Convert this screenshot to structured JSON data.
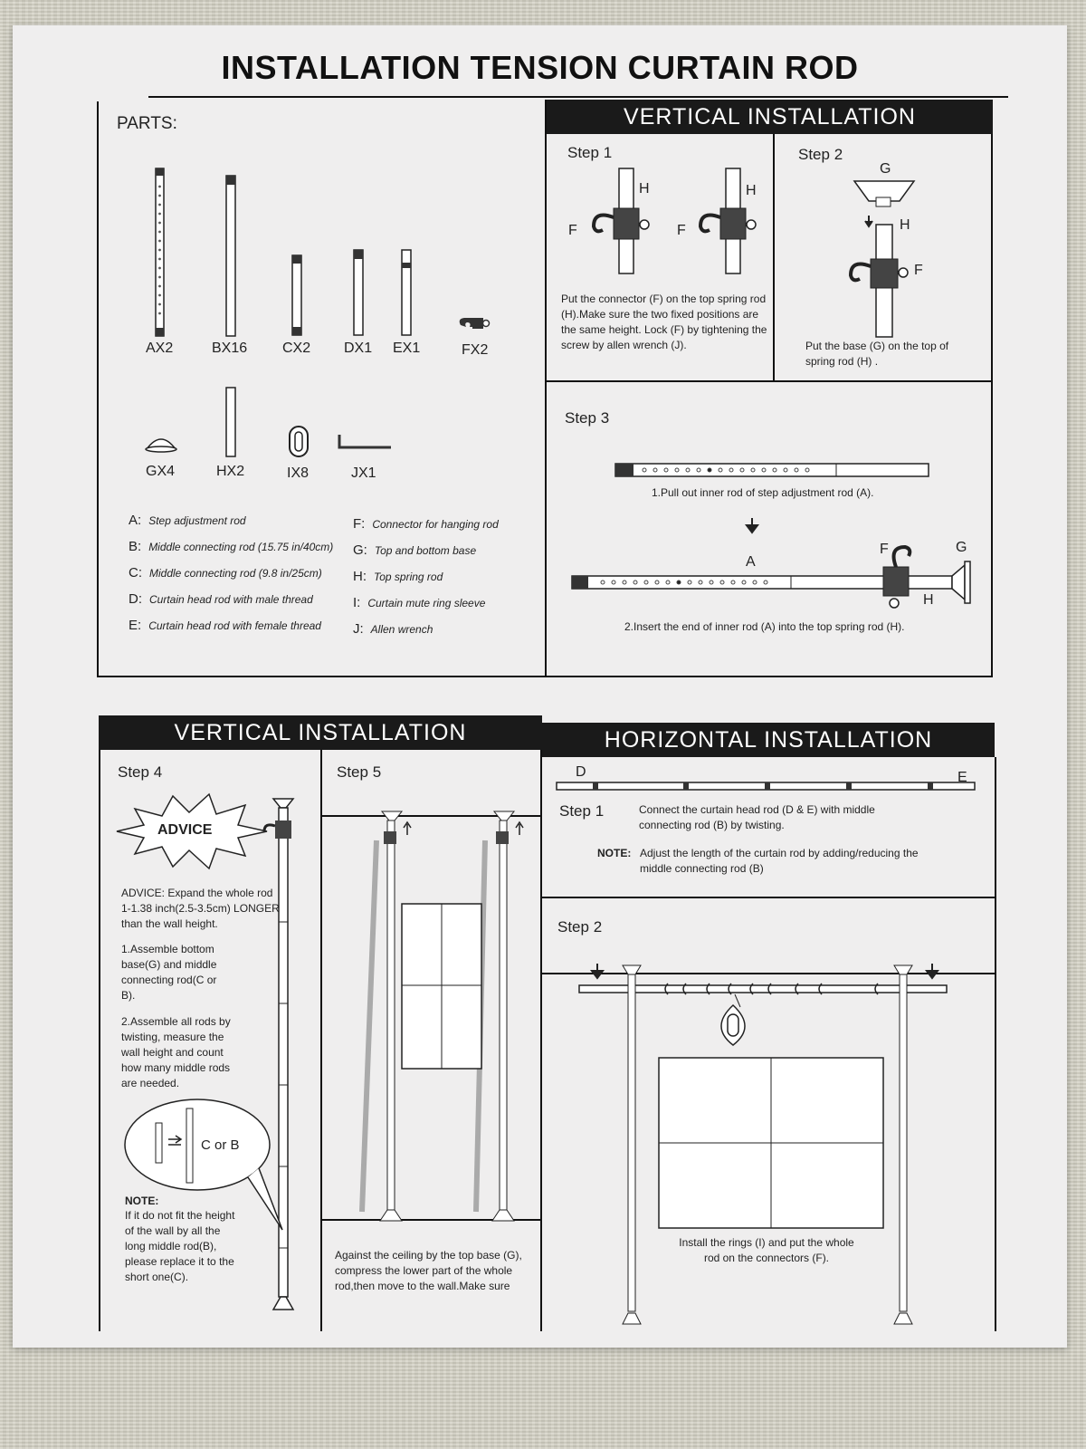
{
  "title": "INSTALLATION TENSION CURTAIN ROD",
  "parts": {
    "heading": "PARTS:",
    "row1": [
      "AX2",
      "BX16",
      "CX2",
      "DX1",
      "EX1",
      "FX2"
    ],
    "row2": [
      "GX4",
      "HX2",
      "IX8",
      "JX1"
    ],
    "legend_left": [
      {
        "key": "A:",
        "text": "Step adjustment rod"
      },
      {
        "key": "B:",
        "text": "Middle connecting rod (15.75 in/40cm)"
      },
      {
        "key": "C:",
        "text": "Middle connecting rod (9.8 in/25cm)"
      },
      {
        "key": "D:",
        "text": "Curtain head rod with male thread"
      },
      {
        "key": "E:",
        "text": "Curtain head rod with female thread"
      }
    ],
    "legend_right": [
      {
        "key": "F:",
        "text": "Connector for hanging rod"
      },
      {
        "key": "G:",
        "text": "Top and bottom base"
      },
      {
        "key": "H:",
        "text": "Top spring rod"
      },
      {
        "key": "I:",
        "text": "Curtain mute ring sleeve"
      },
      {
        "key": "J:",
        "text": "Allen wrench"
      }
    ]
  },
  "vertical_top": {
    "header": "VERTICAL  INSTALLATION",
    "step1": {
      "label": "Step 1",
      "text": "Put the connector (F) on the top spring rod (H).Make sure the two fixed positions are the same height. Lock (F) by tightening the screw by allen wrench (J).",
      "markers": {
        "f": "F",
        "h": "H"
      }
    },
    "step2": {
      "label": "Step 2",
      "text": "Put the base (G) on the top of spring rod (H) .",
      "markers": {
        "g": "G",
        "h": "H",
        "f": "F"
      }
    },
    "step3": {
      "label": "Step 3",
      "caption1": "1.Pull out inner rod of step adjustment rod (A).",
      "caption2": "2.Insert the end of inner rod (A) into the top spring rod (H).",
      "markers": {
        "a": "A",
        "f": "F",
        "g": "G",
        "h": "H"
      }
    }
  },
  "vertical_bottom": {
    "header": "VERTICAL  INSTALLATION",
    "step4": {
      "label": "Step 4",
      "advice_badge": "ADVICE",
      "advice_text": "ADVICE:  Expand the whole rod 1-1.38 inch(2.5-3.5cm) LONGER than the wall height.",
      "item1": "1.Assemble bottom base(G) and middle connecting rod(C or B).",
      "item2": "2.Assemble all rods by twisting, measure the wall height and count how many middle rods are needed.",
      "bubble_label": "C or B",
      "note_title": "NOTE:",
      "note_text": "If it do not fit the height of the wall by all the long middle rod(B), please replace it to the short one(C)."
    },
    "step5": {
      "label": "Step 5",
      "text": "Against the ceiling by the top base (G), compress the lower part of the whole rod,then move to the wall.Make sure the rods are stable"
    }
  },
  "horizontal": {
    "header": "HORIZONTAL  INSTALLATION",
    "step1": {
      "label": "Step 1",
      "text": "Connect the curtain head rod (D & E) with middle connecting rod (B) by twisting.",
      "note_label": "NOTE:",
      "note_text": "Adjust the length of the curtain rod by adding/reducing the middle connecting rod (B)",
      "marker_d": "D",
      "marker_e": "E"
    },
    "step2": {
      "label": "Step 2",
      "text": "Install the rings (I) and put the whole rod on the connectors (F)."
    }
  }
}
